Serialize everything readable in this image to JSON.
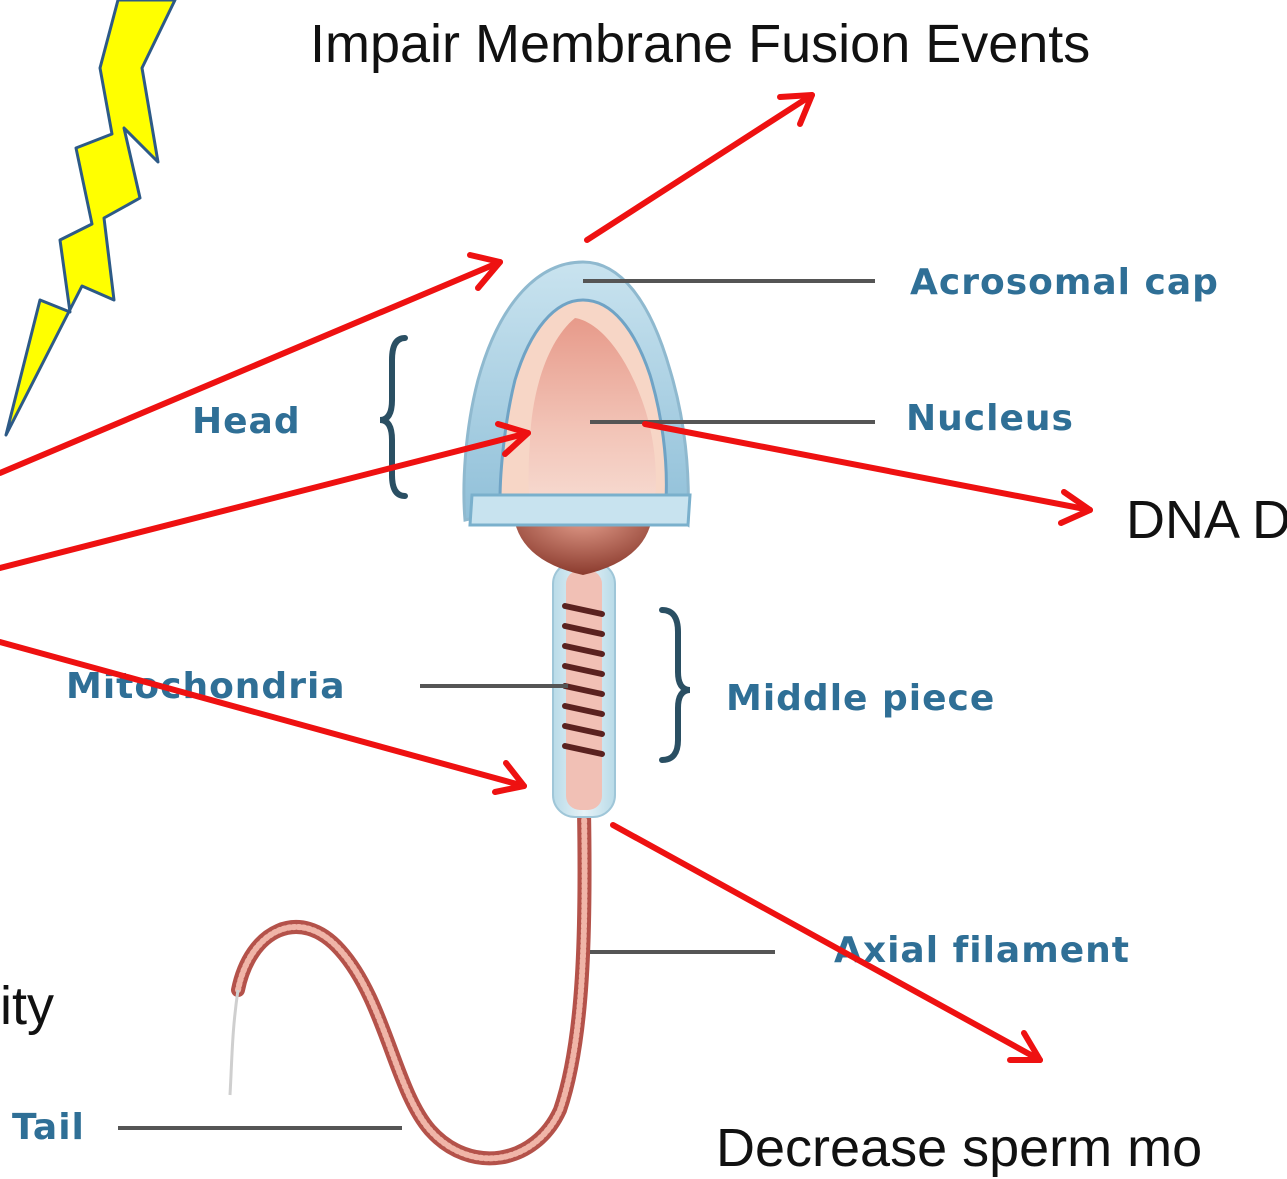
{
  "labels": {
    "acrosomal_cap": "Acrosomal cap",
    "nucleus": "Nucleus",
    "head": "Head",
    "mitochondria": "Mitochondria",
    "middle_piece": "Middle piece",
    "axial_filament": "Axial filament",
    "tail": "Tail"
  },
  "captions": {
    "membrane_fusion": "Impair Membrane Fusion Events",
    "dna": "DNA D",
    "motility": "Decrease sperm mo",
    "left_partial": "ity"
  },
  "colors": {
    "arrow": "#ee1111",
    "label": "#2f6f96",
    "lightning": "#ffff00"
  }
}
